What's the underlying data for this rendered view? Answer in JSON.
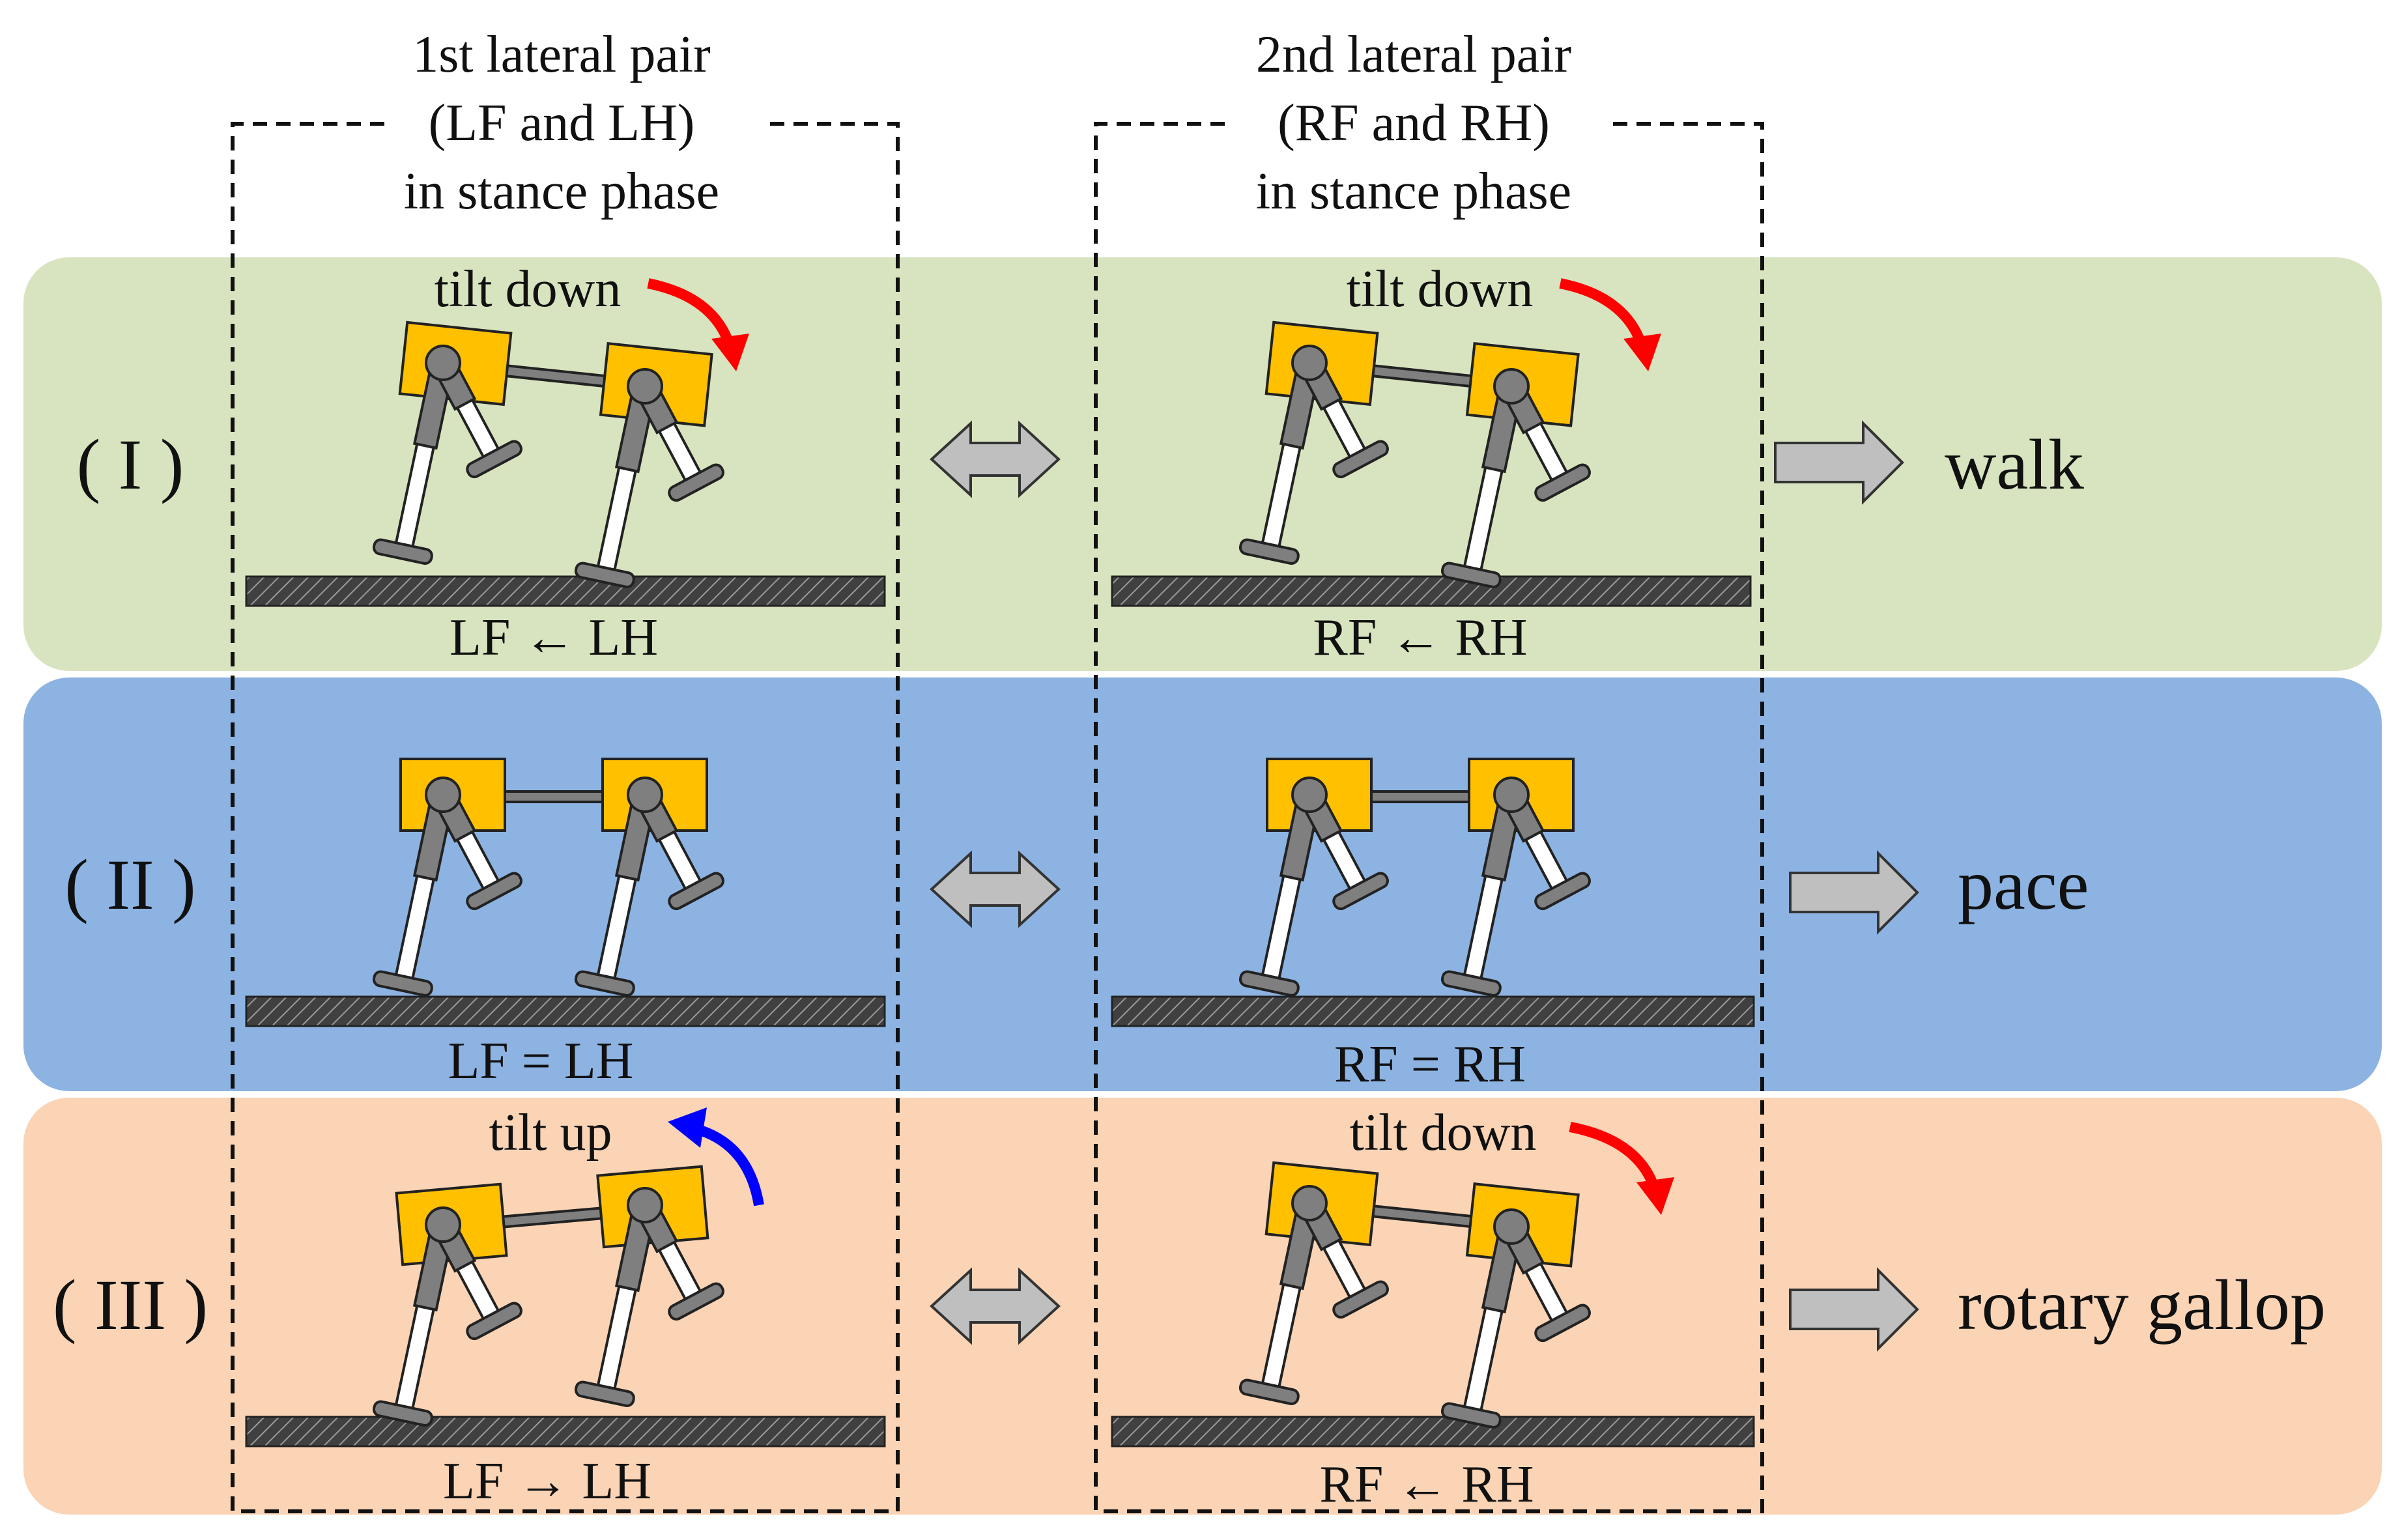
{
  "headers": {
    "first": [
      "1st lateral pair",
      "(LF and LH)",
      "in stance phase"
    ],
    "second": [
      "2nd lateral pair",
      "(RF and RH)",
      "in stance phase"
    ]
  },
  "rows": [
    {
      "label": "( I )",
      "gait": "walk",
      "color": "#d8e4bf",
      "left": {
        "tilt_text": "tilt down",
        "tilt_dir": "down",
        "tilt_deg": 6,
        "caption": "LF ← LH"
      },
      "right": {
        "tilt_text": "tilt down",
        "tilt_dir": "down",
        "tilt_deg": 6,
        "caption": "RF ← RH"
      }
    },
    {
      "label": "( II )",
      "gait": "pace",
      "color": "#8db3e2",
      "left": {
        "tilt_text": "",
        "tilt_dir": "none",
        "tilt_deg": 0,
        "caption": "LF = LH"
      },
      "right": {
        "tilt_text": "",
        "tilt_dir": "none",
        "tilt_deg": 0,
        "caption": "RF = RH"
      }
    },
    {
      "label": "( III )",
      "gait": "rotary gallop",
      "color": "#fad4b5",
      "left": {
        "tilt_text": "tilt up",
        "tilt_dir": "up",
        "tilt_deg": -5,
        "caption": "LF → LH"
      },
      "right": {
        "tilt_text": "tilt down",
        "tilt_dir": "down",
        "tilt_deg": 6,
        "caption": "RF ← RH"
      }
    }
  ],
  "colors": {
    "body": "#ffc000",
    "leg": "#7f7f7f",
    "ground": "#404040",
    "tilt_down_arrow": "#ff0000",
    "tilt_up_arrow": "#0000ff",
    "block_arrow": "#bfbfbf"
  }
}
